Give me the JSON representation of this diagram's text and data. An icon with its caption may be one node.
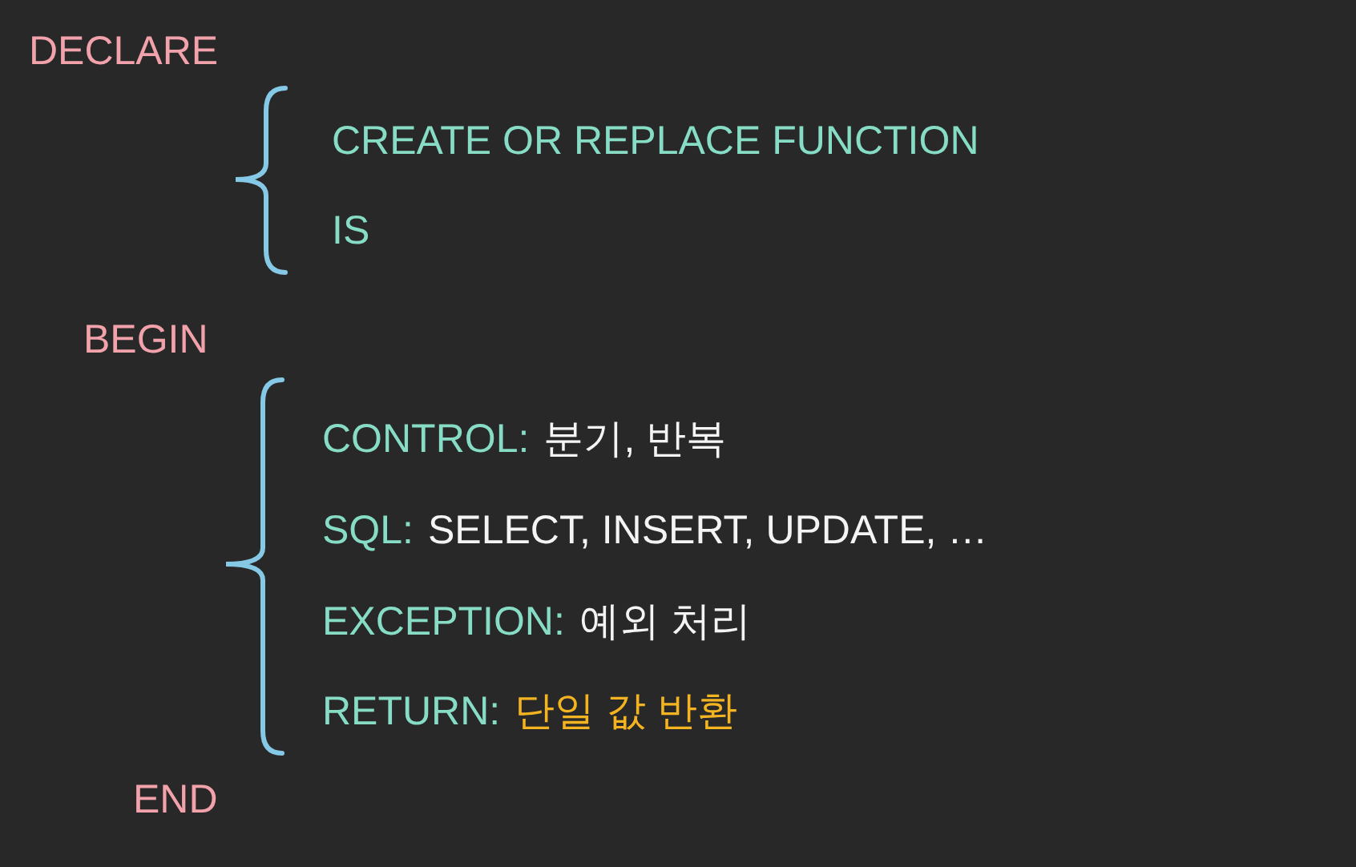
{
  "diagram": {
    "labels": [
      "DECLARE",
      "CREATE OR REPLACE FUNCTION",
      "IS",
      "BEGIN",
      "CONTROL:",
      "분기, 반복",
      "SQL:",
      "SELECT, INSERT, UPDATE, …",
      "EXCEPTION:",
      "예외 처리",
      "RETURN:",
      "단일 값 반환",
      "END"
    ]
  }
}
